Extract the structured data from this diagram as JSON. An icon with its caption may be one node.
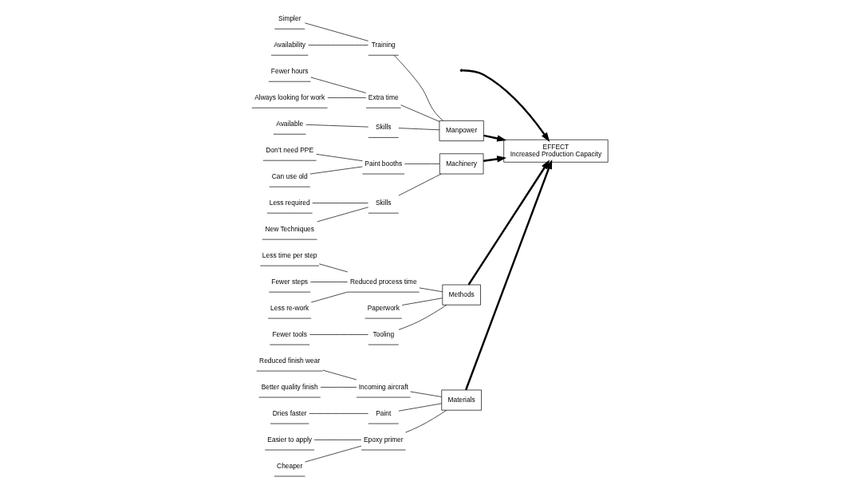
{
  "diagram": {
    "nodes": [
      {
        "text": [
          "Manpower"
        ]
      },
      {
        "text": [
          "Training"
        ]
      },
      {
        "text": [
          "Simpler"
        ]
      },
      {
        "text": [
          "Availability"
        ]
      },
      {
        "text": [
          "Extra time"
        ]
      },
      {
        "text": [
          "Fewer hours"
        ]
      },
      {
        "text": [
          "Always looking for work"
        ]
      },
      {
        "text": [
          "Skills"
        ]
      },
      {
        "text": [
          "Available"
        ]
      },
      {
        "text": [
          "Machinery"
        ]
      },
      {
        "text": [
          "Paint booths"
        ]
      },
      {
        "text": [
          "Don’t need PPE"
        ]
      },
      {
        "text": [
          "Can use old"
        ]
      },
      {
        "text": [
          "Skills"
        ]
      },
      {
        "text": [
          "Less required"
        ]
      },
      {
        "text": [
          "New Techniques"
        ]
      },
      {
        "text": [
          "Methods"
        ]
      },
      {
        "text": [
          "Reduced process time"
        ]
      },
      {
        "text": [
          "Less time per step"
        ]
      },
      {
        "text": [
          "Fewer steps"
        ]
      },
      {
        "text": [
          "Less re-work"
        ]
      },
      {
        "text": [
          "Paperwork"
        ]
      },
      {
        "text": [
          "Tooling"
        ]
      },
      {
        "text": [
          "Fewer tools"
        ]
      },
      {
        "text": [
          "Materials"
        ]
      },
      {
        "text": [
          "Incoming aircraft"
        ]
      },
      {
        "text": [
          "Reduced finish wear"
        ]
      },
      {
        "text": [
          "Better quality finish"
        ]
      },
      {
        "text": [
          "Paint"
        ]
      },
      {
        "text": [
          "Dries faster"
        ]
      },
      {
        "text": [
          "Epoxy primer"
        ]
      },
      {
        "text": [
          "Easier to apply"
        ]
      },
      {
        "text": [
          "Cheaper"
        ]
      },
      {
        "text": [
          "EFFECT",
          "Increased Production Capacity"
        ]
      }
    ],
    "edges": [
      {
        "from": null,
        "to": 33,
        "arrow": "to",
        "style": "thick"
      },
      {
        "from": 0,
        "to": 33,
        "arrow": "to",
        "style": "thick"
      },
      {
        "from": 9,
        "to": 33,
        "arrow": "to",
        "style": "thick"
      },
      {
        "from": 16,
        "to": 33,
        "arrow": "to",
        "style": "thick"
      },
      {
        "from": 24,
        "to": 33,
        "arrow": "to",
        "style": "thick"
      },
      {
        "from": 1,
        "to": 0,
        "arrow": "none"
      },
      {
        "from": 2,
        "to": 1,
        "arrow": "none"
      },
      {
        "from": 3,
        "to": 1,
        "arrow": "none"
      },
      {
        "from": 4,
        "to": 0,
        "arrow": "none"
      },
      {
        "from": 5,
        "to": 4,
        "arrow": "none"
      },
      {
        "from": 6,
        "to": 4,
        "arrow": "none"
      },
      {
        "from": 7,
        "to": 0,
        "arrow": "none"
      },
      {
        "from": 8,
        "to": 7,
        "arrow": "none"
      },
      {
        "from": 10,
        "to": 9,
        "arrow": "none"
      },
      {
        "from": 11,
        "to": 10,
        "arrow": "none"
      },
      {
        "from": 12,
        "to": 10,
        "arrow": "none"
      },
      {
        "from": 13,
        "to": 9,
        "arrow": "none"
      },
      {
        "from": 14,
        "to": 13,
        "arrow": "none"
      },
      {
        "from": 15,
        "to": 13,
        "arrow": "none"
      },
      {
        "from": 17,
        "to": 16,
        "arrow": "none"
      },
      {
        "from": 18,
        "to": 17,
        "arrow": "none"
      },
      {
        "from": 19,
        "to": 17,
        "arrow": "none"
      },
      {
        "from": 20,
        "to": 17,
        "arrow": "none"
      },
      {
        "from": 21,
        "to": 16,
        "arrow": "none"
      },
      {
        "from": 22,
        "to": 16,
        "arrow": "none"
      },
      {
        "from": 23,
        "to": 22,
        "arrow": "none"
      },
      {
        "from": 25,
        "to": 24,
        "arrow": "none"
      },
      {
        "from": 26,
        "to": 25,
        "arrow": "none"
      },
      {
        "from": 27,
        "to": 25,
        "arrow": "none"
      },
      {
        "from": 28,
        "to": 24,
        "arrow": "none"
      },
      {
        "from": 29,
        "to": 28,
        "arrow": "none"
      },
      {
        "from": 30,
        "to": 24,
        "arrow": "none"
      },
      {
        "from": 31,
        "to": 30,
        "arrow": "none"
      },
      {
        "from": 32,
        "to": 30,
        "arrow": "none"
      }
    ]
  }
}
